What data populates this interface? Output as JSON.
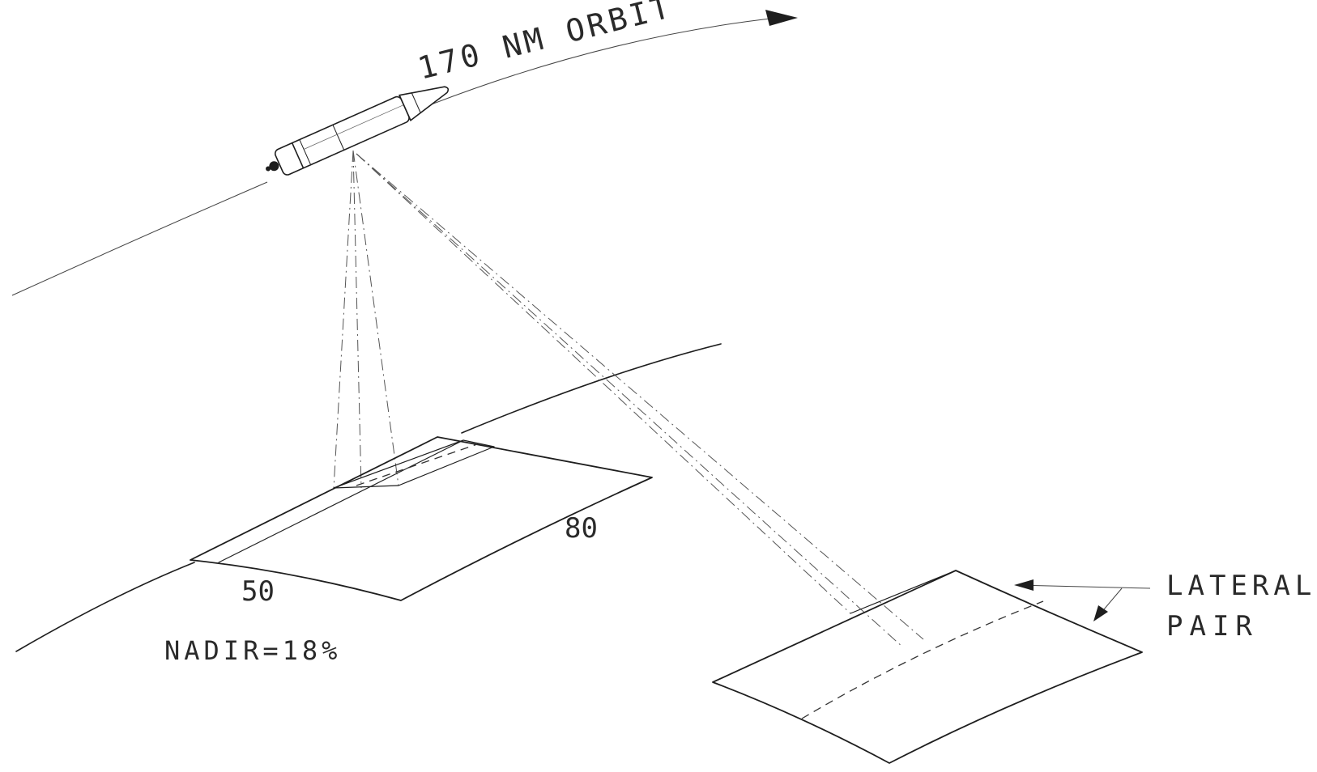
{
  "labels": {
    "orbit": "170 NM ORBIT",
    "nadir_width_1": "50",
    "nadir_width_2": "80",
    "nadir": "NADIR=18%",
    "lateral_line1": "LATERAL",
    "lateral_line2": "PAIR"
  },
  "colors": {
    "ink": "#1e1e1e",
    "background": "#ffffff"
  }
}
